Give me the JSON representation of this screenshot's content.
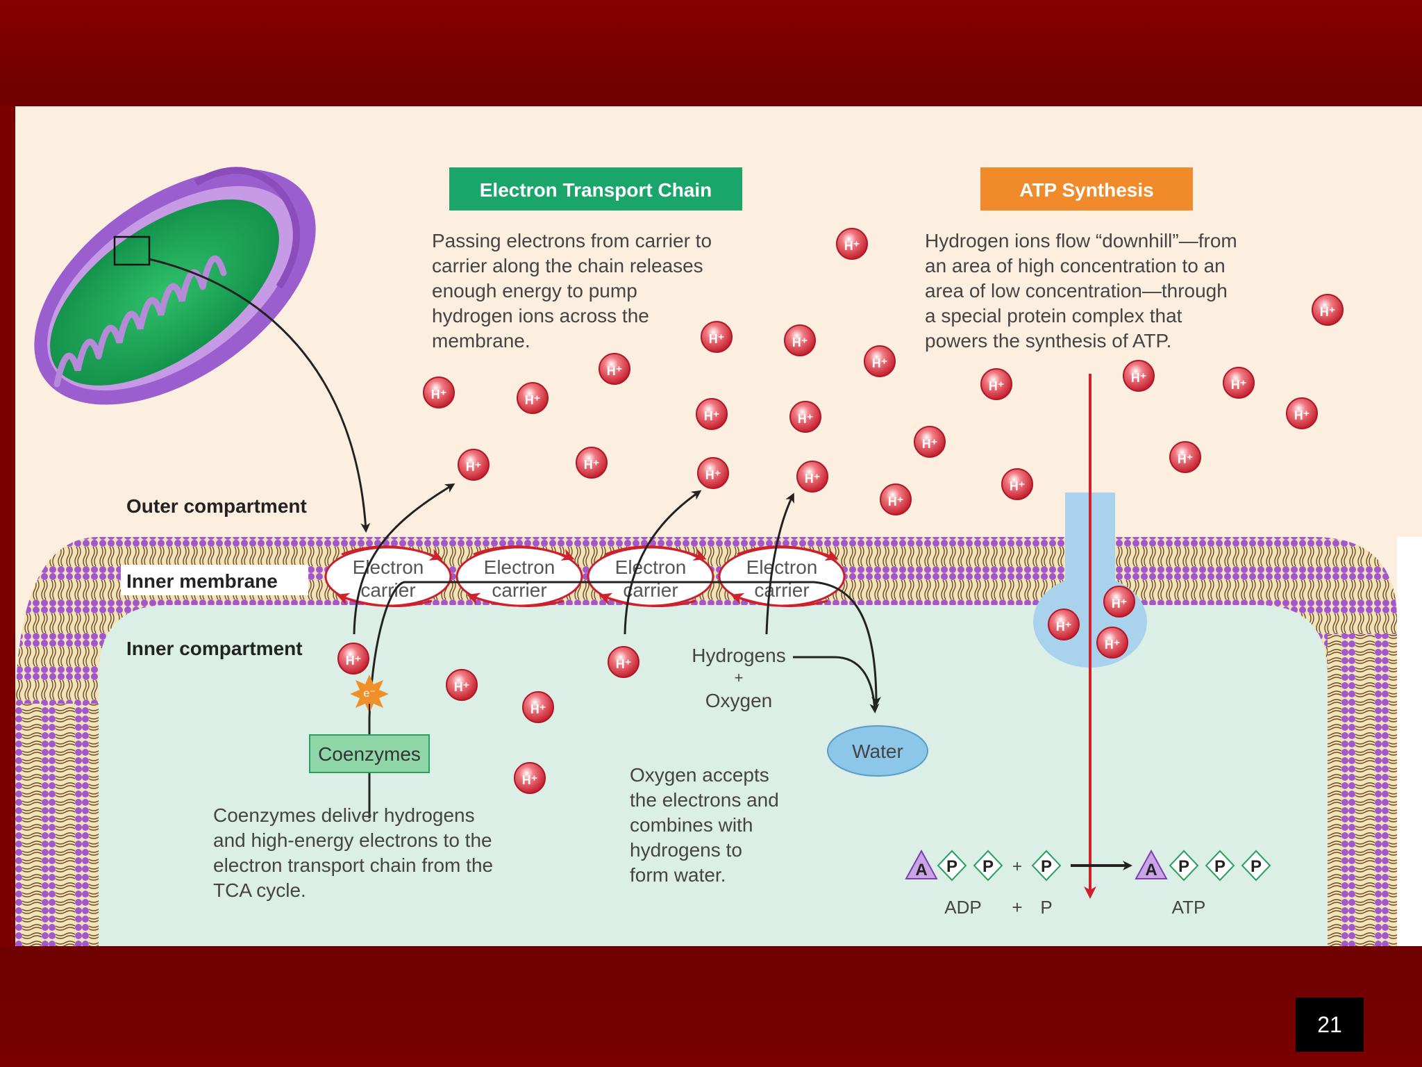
{
  "slide": {
    "page_number": "21"
  },
  "colors": {
    "header_bg": "#7a0000",
    "outer_compartment": "#fdefe0",
    "inner_compartment": "#dcefe6",
    "membrane_purple": "#9a4ec8",
    "etc_green": "#1aa66a",
    "atp_orange": "#f08a2a",
    "h_ion_red": "#d8303c",
    "water_blue": "#8cc6e8"
  },
  "labels": {
    "etc_title": "Electron Transport Chain",
    "etc_desc": [
      "Passing electrons from carrier to",
      "carrier along the chain releases",
      "enough energy to pump",
      "hydrogen ions across the",
      "membrane."
    ],
    "atp_title": "ATP Synthesis",
    "atp_desc": [
      "Hydrogen ions flow “downhill”—from",
      "an area of high concentration to an",
      "area of low concentration—through",
      "a special protein complex that",
      "powers the synthesis of ATP."
    ],
    "outer_compartment": "Outer compartment",
    "inner_membrane": "Inner membrane",
    "inner_compartment": "Inner compartment",
    "carrier_line1": "Electron",
    "carrier_line2": "carrier",
    "hydrogens": "Hydrogens",
    "plus": "+",
    "oxygen": "Oxygen",
    "water": "Water",
    "coenzymes": "Coenzymes",
    "electron_symbol": "e⁻",
    "coenzyme_desc": [
      "Coenzymes deliver hydrogens",
      "and high-energy electrons to the",
      "electron transport chain from the",
      "TCA cycle."
    ],
    "oxygen_desc": [
      "Oxygen accepts",
      "the electrons and",
      "combines with",
      "hydrogens to",
      "form water."
    ],
    "h_ion": "H⁺",
    "adp": "ADP",
    "atp": "ATP",
    "p": "P",
    "a": "A",
    "eq_plus": "+"
  }
}
